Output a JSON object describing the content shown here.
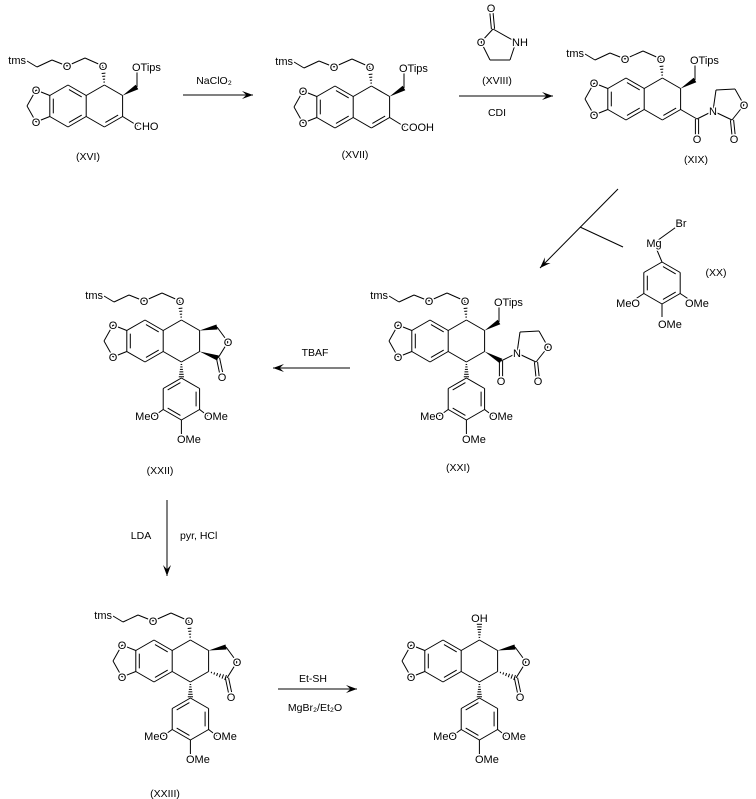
{
  "compounds": {
    "XVI": "(XVI)",
    "XVII": "(XVII)",
    "XVIII": "(XVIII)",
    "XIX": "(XIX)",
    "XX": "(XX)",
    "XXI": "(XXI)",
    "XXII": "(XXII)",
    "XXIII": "(XXIII)"
  },
  "reagents": {
    "naclo2": "NaClO₂",
    "cdi": "CDI",
    "tbaf": "TBAF",
    "lda": "LDA",
    "pyr_hcl": "pyr, HCl",
    "etsh": "Et-SH",
    "mgbr2": "MgBr₂/Et₂O"
  },
  "atoms": {
    "O": "O",
    "N": "N",
    "NH": "NH",
    "tms": "tms",
    "OTips": "OTips",
    "CHO": "CHO",
    "COOH": "COOH",
    "MeO": "MeO",
    "OMe": "OMe",
    "OH": "OH",
    "Mg": "Mg",
    "Br": "Br"
  }
}
